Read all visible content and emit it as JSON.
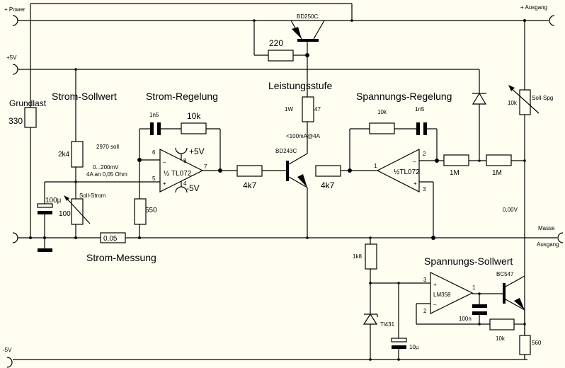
{
  "terminals": {
    "power_plus": "+ Power",
    "v5_plus": "+5V",
    "v5_minus": "-5V",
    "ausgang_plus": "+ Ausgang",
    "masse": "Masse",
    "ausgang": "Ausgang"
  },
  "sections": {
    "strom_sollwert": "Strom-Sollwert",
    "strom_regelung": "Strom-Regelung",
    "leistungsstufe": "Leistungsstufe",
    "spannungs_regelung": "Spannungs-Regelung",
    "strom_messung": "Strom-Messung",
    "spannungs_sollwert": "Spannungs-Sollwert"
  },
  "components": {
    "grundlast_label": "Grundlast",
    "grundlast_value": "330",
    "r_2k4": "2k4",
    "note_2970": "2970 soll",
    "note_range": "0...200mV",
    "note_shunt": "4A an 0,05 Ohm",
    "soll_strom": "Soll-Strom",
    "pot_100": "100",
    "cap_100u": "100µ",
    "r_550": "550",
    "shunt": "0,05",
    "c_1n5_a": "1n5",
    "r_10k_a": "10k",
    "opamp_a": "½ TL072",
    "pin6": "6",
    "pin5": "5",
    "pin8": "8",
    "pin4": "4",
    "pin7": "7",
    "supply_pos": "+5V",
    "supply_neg": "-5V",
    "r_4k7_a": "4k7",
    "r_4k7_b": "4k7",
    "q_bd243c": "BD243C",
    "q_bd250c": "BD250C",
    "r_220": "220",
    "r_47": "47",
    "r_47_power": "1W",
    "note_current": "<100mA@4A",
    "r_10k_b": "10k",
    "c_1n5_b": "1n5",
    "opamp_b": "½TL072",
    "pin1b": "1",
    "pin2b": "2",
    "pin3b": "3",
    "r_1m_a": "1M",
    "r_1m_b": "1M",
    "pot_10k": "10k",
    "soll_spg": "Soll-Spg",
    "note_0v": "0,00V",
    "r_1k8": "1k8",
    "tl431": "Tl431",
    "c_10u": "10µ",
    "opamp_c": "LM358",
    "pin3c": "3",
    "pin2c": "2",
    "pin1c": "1",
    "c_100n": "100n",
    "q_bc547": "BC547",
    "r_10k_c": "10k",
    "r_560": "560"
  }
}
